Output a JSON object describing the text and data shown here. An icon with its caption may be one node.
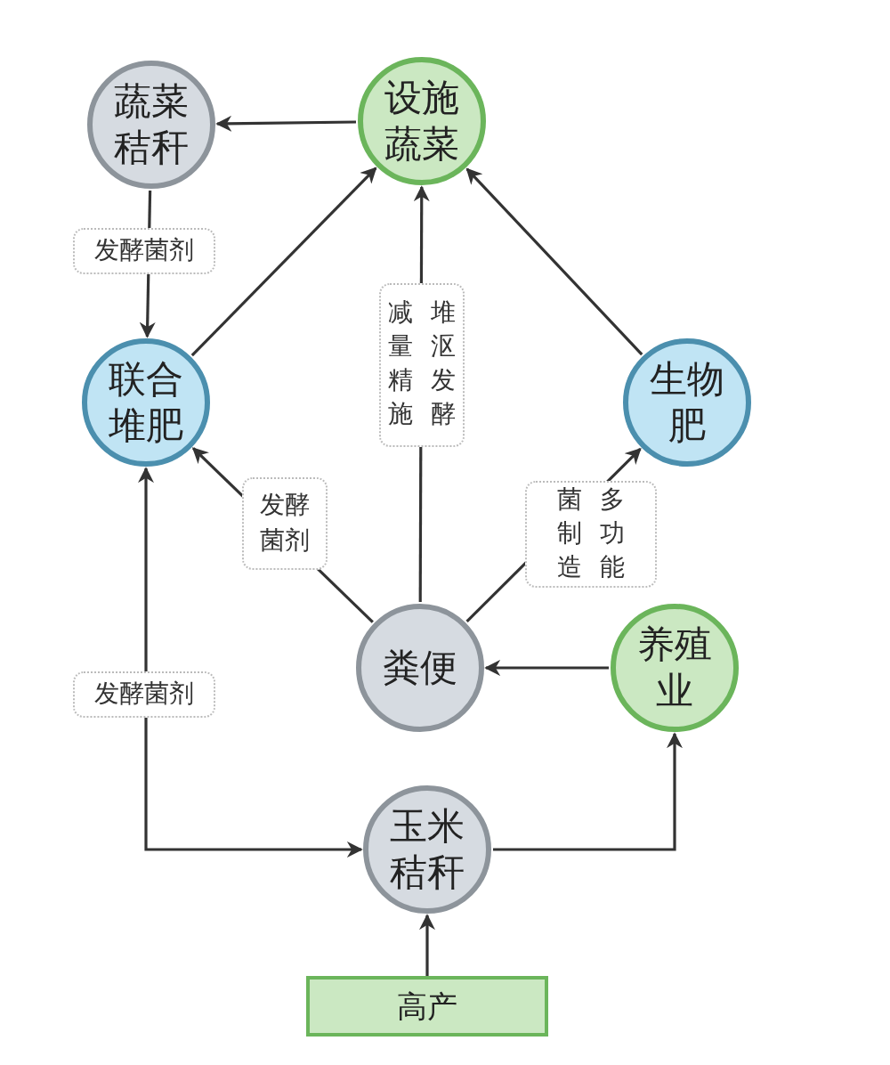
{
  "diagram": {
    "nodes": [
      {
        "text": [
          "蔬菜秸秆"
        ]
      },
      {
        "text": [
          "设施蔬菜"
        ]
      },
      {
        "text": [
          "联合堆肥"
        ]
      },
      {
        "text": [
          "生物肥"
        ]
      },
      {
        "text": [
          "粪便"
        ]
      },
      {
        "text": [
          "养殖业"
        ]
      },
      {
        "text": [
          "玉米秸秆"
        ]
      },
      {
        "text": [
          "高产"
        ]
      }
    ],
    "edges": [
      {
        "from": 1,
        "to": 0,
        "arrow": "to"
      },
      {
        "from": 0,
        "to": 2,
        "arrow": "to",
        "label": "发酵菌剂"
      },
      {
        "from": 2,
        "to": 1,
        "arrow": "to"
      },
      {
        "from": 4,
        "to": 1,
        "arrow": "to",
        "label": "堆沤发酵减量精施"
      },
      {
        "from": 3,
        "to": 1,
        "arrow": "to"
      },
      {
        "from": 4,
        "to": 2,
        "arrow": "to",
        "label": "发酵菌剂"
      },
      {
        "from": 4,
        "to": 3,
        "arrow": "to",
        "label": "多功能菌制造"
      },
      {
        "from": 5,
        "to": 4,
        "arrow": "to"
      },
      {
        "from": 6,
        "to": 2,
        "arrow": "both",
        "label": "发酵菌剂"
      },
      {
        "from": 6,
        "to": 5,
        "arrow": "to"
      },
      {
        "from": 7,
        "to": 6,
        "arrow": "to"
      }
    ]
  }
}
